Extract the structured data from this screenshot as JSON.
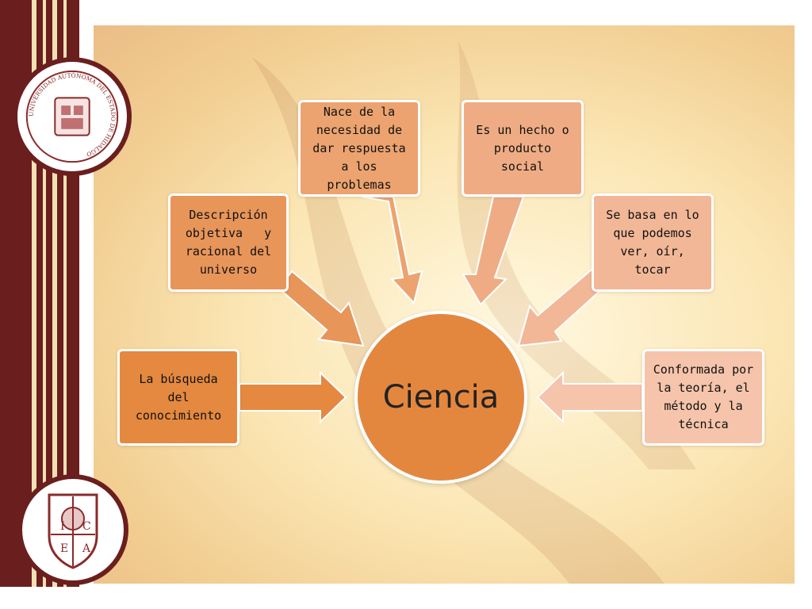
{
  "diagram": {
    "center": "Ciencia",
    "nodes": {
      "busqueda": "La búsqueda del conocimiento",
      "descripcion": "Descripción objetiva   y racional del universo",
      "nace": "Nace de la necesidad de dar respuesta a los problemas",
      "hecho": "Es un hecho o producto social",
      "basa": "Se basa en lo que podemos ver, oír, tocar",
      "conformada": "Conformada por la teoría, el método y la técnica"
    }
  },
  "logos": {
    "top": {
      "icon": "university-seal-icon",
      "text": "UNIVERSIDAD AUTÓNOMA DEL ESTADO DE HIDALGO"
    },
    "bottom": {
      "icon": "icea-crest-icon",
      "letters": [
        "I",
        "C",
        "E",
        "A"
      ]
    }
  },
  "colors": {
    "brand_maroon": "#6b1e1e",
    "center": "#e3873f",
    "node_1": "#e4893f",
    "node_6": "#f5c4ab"
  }
}
